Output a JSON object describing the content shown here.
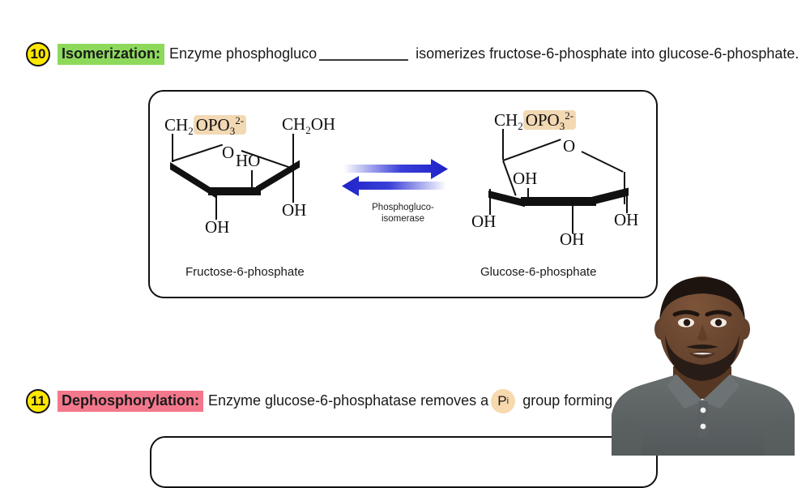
{
  "slide": {
    "steps": [
      {
        "number": "10",
        "title": "Isomerization:",
        "highlight_color": "#8ed95c",
        "text_before_blank": "Enzyme phosphogluco",
        "text_after_blank": "isomerizes fructose-6-phosphate into glucose-6-phosphate.",
        "badge_color": "#ffe800"
      },
      {
        "number": "11",
        "title": "Dephosphorylation:",
        "highlight_color": "#f4788c",
        "text_before_chip": "Enzyme glucose-6-phosphatase removes a",
        "chip_label": "P",
        "chip_sub": "i",
        "text_after_chip": "group forming",
        "badge_color": "#ffe800"
      }
    ],
    "figure": {
      "left_molecule": {
        "caption": "Fructose-6-phosphate",
        "top_left_group": "CH",
        "top_left_sub": "2",
        "top_left_rest": "OPO",
        "top_left_sub2": "3",
        "top_left_sup": "2-",
        "top_right_group": "CH",
        "top_right_sub": "2",
        "top_right_rest": "OH",
        "ring_oxygen": "O",
        "inner_hydroxyl": "HO",
        "right_hydroxyl": "OH",
        "bottom_hydroxyl": "OH"
      },
      "right_molecule": {
        "caption": "Glucose-6-phosphate",
        "top_group": "CH",
        "top_sub": "2",
        "top_rest": "OPO",
        "top_sub2": "3",
        "top_sup": "2-",
        "ring_oxygen": "O",
        "hydroxyl_upper_left": "OH",
        "hydroxyl_left": "OH",
        "hydroxyl_bottom": "OH",
        "hydroxyl_right": "OH"
      },
      "enzyme_arrow": {
        "line1": "Phosphogluco-",
        "line2": "isomerase",
        "arrow_color": "#1f22c8"
      }
    },
    "presenter": {
      "shirt_color": "#5e6464",
      "skin_color": "#6f4a33"
    }
  }
}
